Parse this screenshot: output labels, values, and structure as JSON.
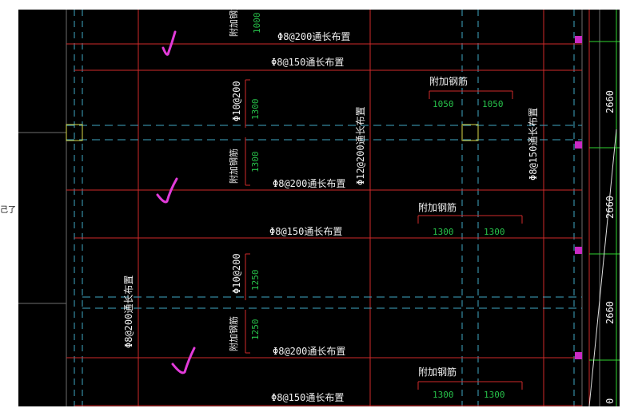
{
  "left_note": "己了",
  "colors": {
    "background": "#000000",
    "beam_line": "#d02a2a",
    "axis_dash": "#3fa7c4",
    "grid_gray": "#6e6e6e",
    "text_white": "#f0f0f0",
    "dim_green": "#27c24a",
    "check_mark": "#e23bd9",
    "column_yellow": "#d8d848",
    "right_line": "#31d431"
  },
  "drawing": {
    "top_label": "附加钢筋",
    "top_dim": "1000",
    "rebar_notes": [
      "Φ8@200通长布置",
      "Φ8@150通长布置",
      "Φ8@200通长布置",
      "Φ8@150通长布置",
      "Φ8@200通长布置",
      "Φ8@150通长布置"
    ],
    "additional_rebar_label": "附加钢筋",
    "stirrups_top": "Φ10@200",
    "stirrups_mid": "Φ10@200",
    "dims_1300": "1300",
    "dims_1250": "1250",
    "vertical_mid": "Φ12@200通长布置",
    "vertical_right": "Φ8@150通长布置",
    "vertical_left": "Φ8@200通长布置",
    "pair_top": [
      "1050",
      "1050"
    ],
    "pair_mid": [
      "1300",
      "1300"
    ],
    "pair_bot": [
      "1300",
      "1300"
    ],
    "right_dims": [
      "2660",
      "2660",
      "2660"
    ],
    "bottom_right_digit": "0",
    "check_marks": [
      "check-1",
      "check-2",
      "check-3"
    ]
  }
}
